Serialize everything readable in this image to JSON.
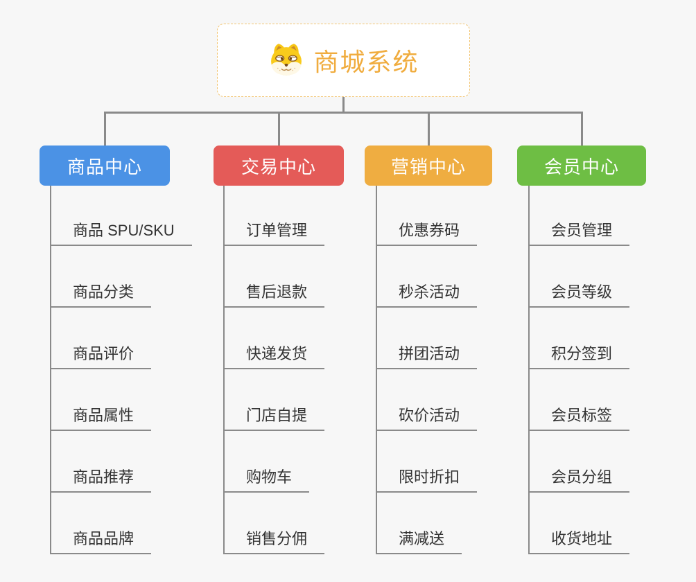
{
  "canvas": {
    "background": "#F7F7F7",
    "connector_color": "#8A8A8A",
    "leaf_text_color": "#333333"
  },
  "root": {
    "title": "商城系统",
    "icon": "dog-face-icon",
    "text_color": "#F0AC3E",
    "border_color": "#F2C470"
  },
  "branches": [
    {
      "label": "商品中心",
      "color": "#4B92E5",
      "children": [
        "商品 SPU/SKU",
        "商品分类",
        "商品评价",
        "商品属性",
        "商品推荐",
        "商品品牌"
      ]
    },
    {
      "label": "交易中心",
      "color": "#E45B58",
      "children": [
        "订单管理",
        "售后退款",
        "快递发货",
        "门店自提",
        "购物车",
        "销售分佣"
      ]
    },
    {
      "label": "营销中心",
      "color": "#EFAD41",
      "children": [
        "优惠券码",
        "秒杀活动",
        "拼团活动",
        "砍价活动",
        "限时折扣",
        "满减送"
      ]
    },
    {
      "label": "会员中心",
      "color": "#6EBE44",
      "children": [
        "会员管理",
        "会员等级",
        "积分签到",
        "会员标签",
        "会员分组",
        "收货地址"
      ]
    }
  ]
}
